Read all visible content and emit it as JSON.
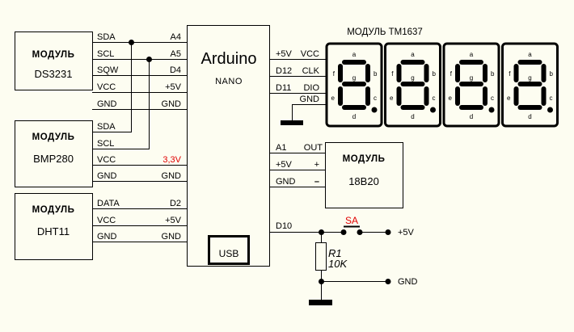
{
  "diagram": {
    "title": "Arduino NANO weather clock wiring schematic",
    "colors": {
      "background": "#fdfdf1",
      "line": "#000000",
      "accent": "#e00000"
    },
    "arduino": {
      "title": "Arduino",
      "subtitle": "NANO",
      "usb_label": "USB"
    },
    "modules": {
      "ds3231": {
        "prefix": "МОДУЛЬ",
        "name": "DS3231",
        "pins": [
          {
            "module_pin": "SDA",
            "arduino_pin": "A4"
          },
          {
            "module_pin": "SCL",
            "arduino_pin": "A5"
          },
          {
            "module_pin": "SQW",
            "arduino_pin": "D4"
          },
          {
            "module_pin": "VCC",
            "arduino_pin": "+5V"
          },
          {
            "module_pin": "GND",
            "arduino_pin": "GND"
          }
        ]
      },
      "bmp280": {
        "prefix": "МОДУЛЬ",
        "name": "BMP280",
        "pins": [
          {
            "module_pin": "SDA",
            "arduino_pin": ""
          },
          {
            "module_pin": "SCL",
            "arduino_pin": ""
          },
          {
            "module_pin": "VCC",
            "arduino_pin": "3,3V"
          },
          {
            "module_pin": "GND",
            "arduino_pin": "GND"
          }
        ]
      },
      "dht11": {
        "prefix": "МОДУЛЬ",
        "name": "DHT11",
        "pins": [
          {
            "module_pin": "DATA",
            "arduino_pin": "D2"
          },
          {
            "module_pin": "VCC",
            "arduino_pin": "+5V"
          },
          {
            "module_pin": "GND",
            "arduino_pin": "GND"
          }
        ]
      },
      "tm1637": {
        "title": "МОДУЛЬ TM1637",
        "pins": [
          {
            "arduino_pin": "+5V",
            "module_pin": "VCC"
          },
          {
            "arduino_pin": "D12",
            "module_pin": "CLK"
          },
          {
            "arduino_pin": "D11",
            "module_pin": "DIO"
          },
          {
            "arduino_pin": "",
            "module_pin": "GND"
          }
        ],
        "digit_count": 4,
        "segment_labels": {
          "a": "a",
          "b": "b",
          "c": "c",
          "d": "d",
          "e": "e",
          "f": "f",
          "g": "g"
        }
      },
      "ds18b20": {
        "prefix": "МОДУЛЬ",
        "name": "18B20",
        "pins": [
          {
            "arduino_pin": "A1",
            "module_pin": "OUT"
          },
          {
            "arduino_pin": "+5V",
            "module_pin": "+"
          },
          {
            "arduino_pin": "GND",
            "module_pin": "–"
          }
        ]
      }
    },
    "button_circuit": {
      "arduino_pin": "D10",
      "switch_label": "SA",
      "resistor_name": "R1",
      "resistor_value": "10K",
      "vplus_label": "+5V",
      "gnd_label": "GND"
    }
  }
}
